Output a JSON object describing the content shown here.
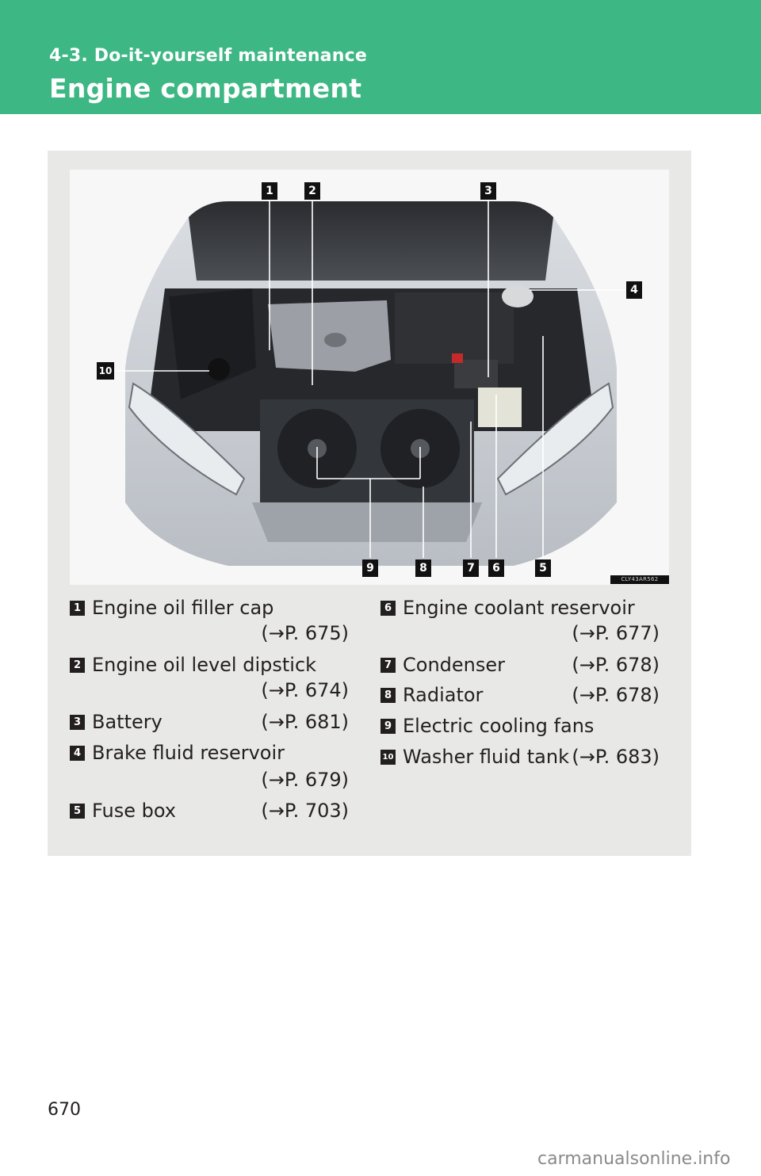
{
  "header": {
    "section": "4-3. Do-it-yourself maintenance",
    "title": "Engine compartment",
    "color": "#3db784"
  },
  "figure": {
    "image_code": "CLY43AR562",
    "callouts": [
      "1",
      "2",
      "3",
      "4",
      "5",
      "6",
      "7",
      "8",
      "9",
      "10"
    ]
  },
  "items": [
    {
      "num": "1",
      "name": "Engine oil filler cap",
      "ref": "(→P. 675)"
    },
    {
      "num": "2",
      "name": "Engine oil level dipstick",
      "ref": "(→P. 674)"
    },
    {
      "num": "3",
      "name": "Battery",
      "ref": "(→P. 681)"
    },
    {
      "num": "4",
      "name": "Brake fluid reservoir",
      "ref": "(→P. 679)"
    },
    {
      "num": "5",
      "name": "Fuse box",
      "ref": "(→P. 703)"
    },
    {
      "num": "6",
      "name": "Engine coolant reservoir",
      "ref": "(→P. 677)"
    },
    {
      "num": "7",
      "name": "Condenser",
      "ref": "(→P. 678)"
    },
    {
      "num": "8",
      "name": "Radiator",
      "ref": "(→P. 678)"
    },
    {
      "num": "9",
      "name": "Electric cooling fans",
      "ref": ""
    },
    {
      "num": "10",
      "name": "Washer fluid tank",
      "ref": "(→P. 683)"
    }
  ],
  "page_number": "670",
  "watermark": "carmanualsonline.info"
}
